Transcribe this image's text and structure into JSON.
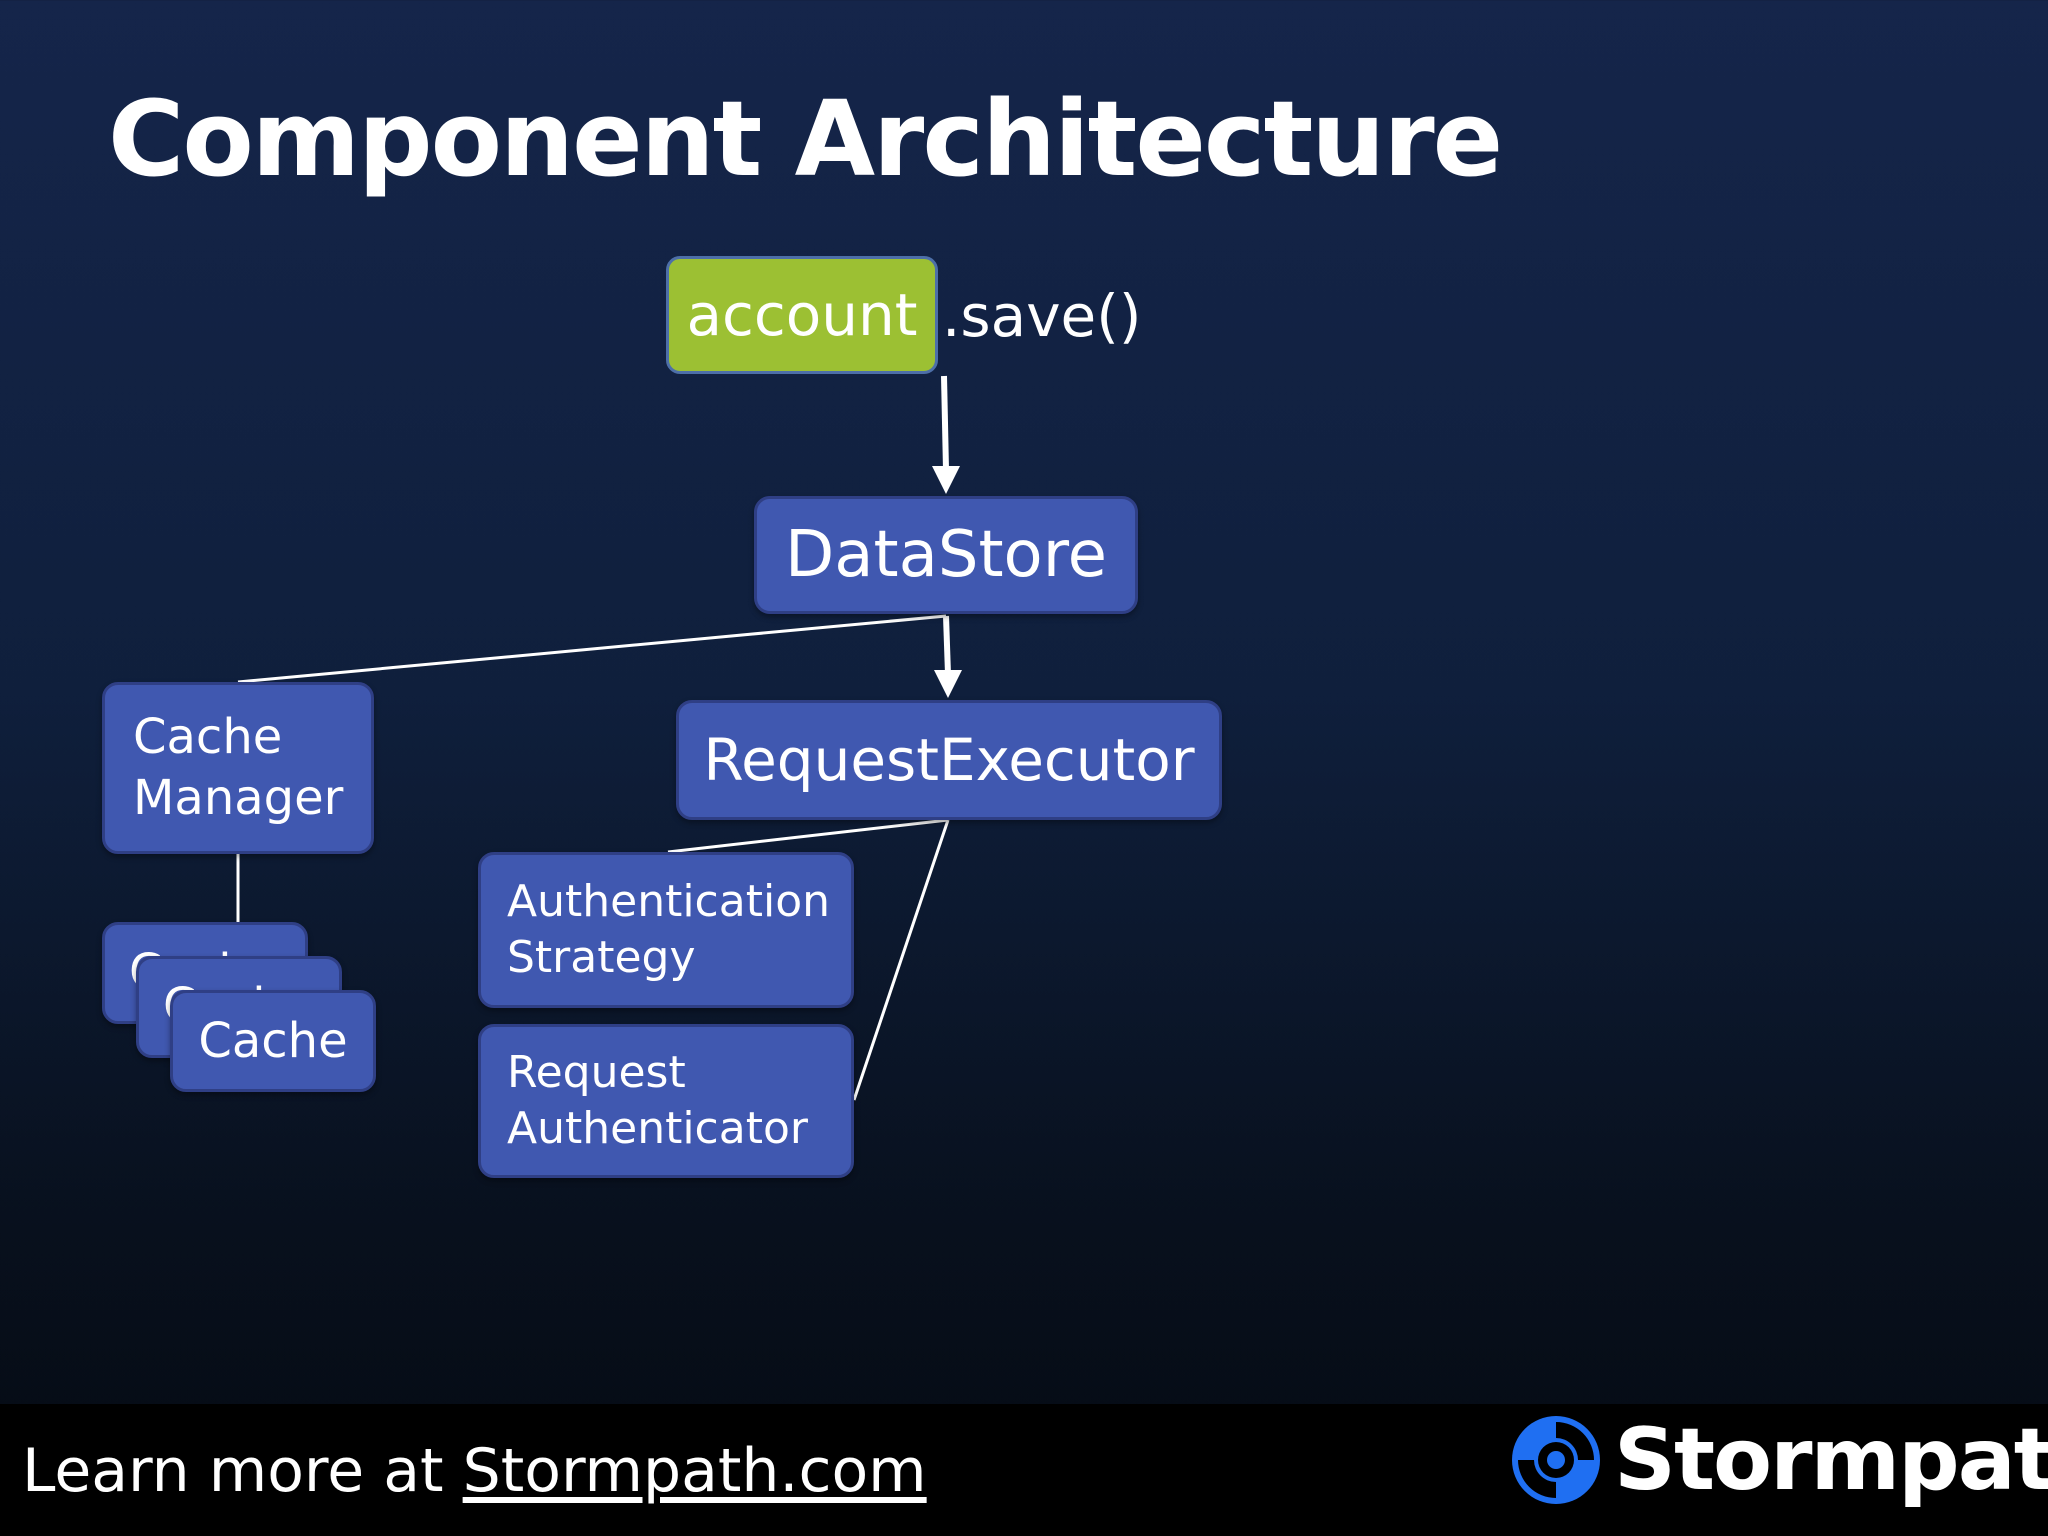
{
  "slide": {
    "title": "Component Architecture"
  },
  "diagram": {
    "account_label": "account",
    "method_call": ".save()",
    "nodes": {
      "data_store": "DataStore",
      "cache_manager_line1": "Cache",
      "cache_manager_line2": "Manager",
      "cache": "Cache",
      "request_executor": "RequestExecutor",
      "auth_strategy_line1": "Authentication",
      "auth_strategy_line2": "Strategy",
      "request_auth_line1": "Request",
      "request_auth_line2": "Authenticator"
    },
    "colors": {
      "node_fill": "#4058b0",
      "account_fill": "#9cc033",
      "connector": "#ffffff"
    }
  },
  "footer": {
    "prefix": "Learn more at ",
    "link": "Stormpath.com",
    "logo_text": "Stormpath",
    "logo_icon": "stormpath-swirl-icon"
  }
}
